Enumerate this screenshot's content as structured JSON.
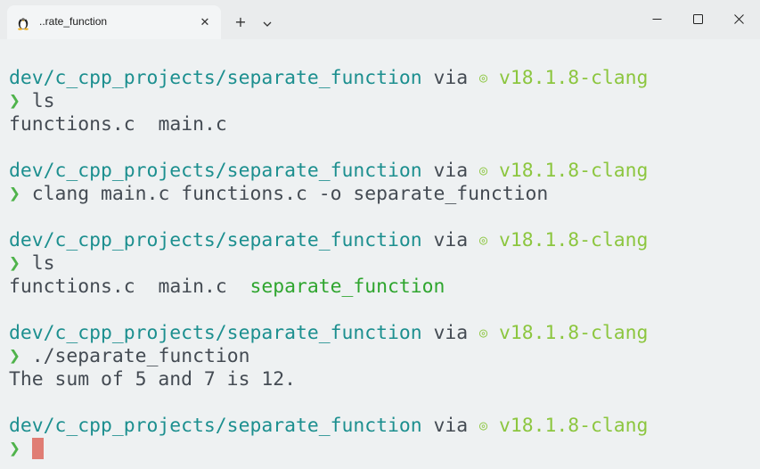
{
  "tab": {
    "title": "..rate_function",
    "icon": "linux-tux-icon",
    "close_label": "✕"
  },
  "toolbar": {
    "new_tab_label": "+",
    "dropdown_icon": "chevron-down-icon"
  },
  "window_controls": {
    "minimize_icon": "minimize-icon",
    "maximize_icon": "maximize-icon",
    "close_icon": "close-icon"
  },
  "terminal": {
    "prompt_path": "dev/c_cpp_projects/separate_function",
    "prompt_via": "via",
    "prompt_icon": "clang-c-icon",
    "prompt_glyph": "◎",
    "prompt_version": "v18.1.8-clang",
    "prompt_chevron": "❯",
    "commands": [
      "ls",
      "clang main.c functions.c -o separate_function",
      "ls",
      "./separate_function"
    ],
    "outputs": {
      "ls1": [
        "functions.c",
        "main.c"
      ],
      "ls2": [
        "functions.c",
        "main.c",
        "separate_function"
      ],
      "run": "The sum of 5 and 7 is 12."
    }
  },
  "colors": {
    "background": "#eef1f2",
    "path": "#1c8f8f",
    "version": "#8cc63f",
    "chevron": "#4fb34b",
    "executable": "#2ea52e",
    "cursor": "#e07d74",
    "text": "#444b53"
  }
}
